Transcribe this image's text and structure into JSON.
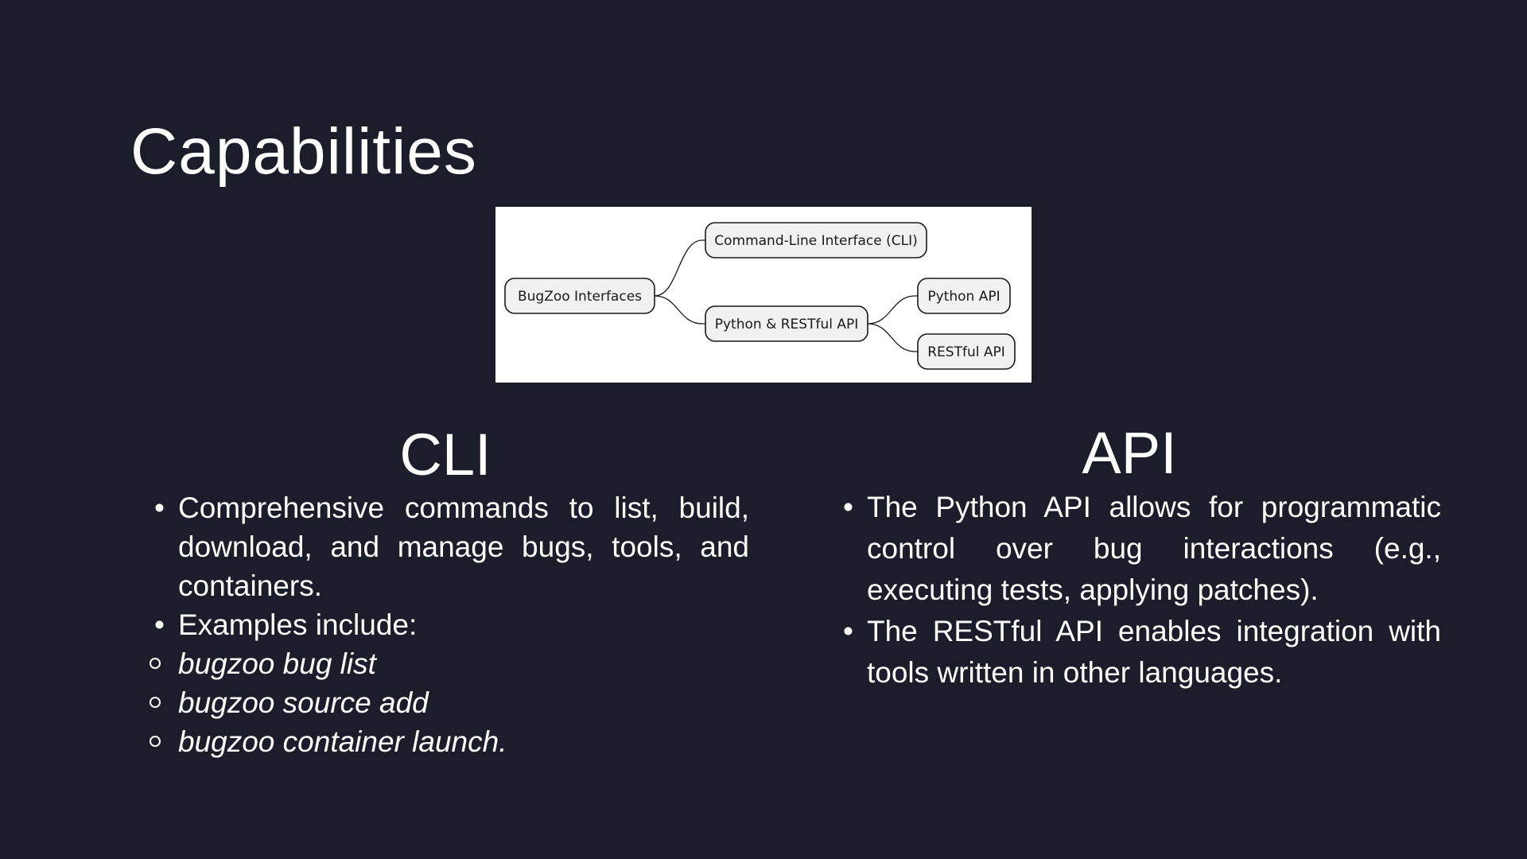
{
  "title": "Capabilities",
  "diagram": {
    "root": "BugZoo Interfaces",
    "cli": "Command-Line Interface (CLI)",
    "apis": "Python & RESTful API",
    "python_api": "Python API",
    "restful_api": "RESTful API"
  },
  "cli": {
    "heading": "CLI",
    "bullets": [
      "Comprehensive commands to list, build, download, and manage bugs, tools, and containers.",
      "Examples include:"
    ],
    "examples": [
      "bugzoo bug list",
      "bugzoo source add",
      "bugzoo container launch."
    ]
  },
  "api": {
    "heading": "API",
    "bullets": [
      "The Python API allows for programmatic control over bug interactions (e.g., executing tests, applying patches).",
      "The RESTful API enables integration with tools written in other languages."
    ]
  },
  "colors": {
    "background": "#1b1d2b",
    "text": "#ffffff",
    "diagram_background": "#ffffff",
    "node_fill": "#f1f1f1",
    "node_stroke": "#1a1a1a"
  }
}
